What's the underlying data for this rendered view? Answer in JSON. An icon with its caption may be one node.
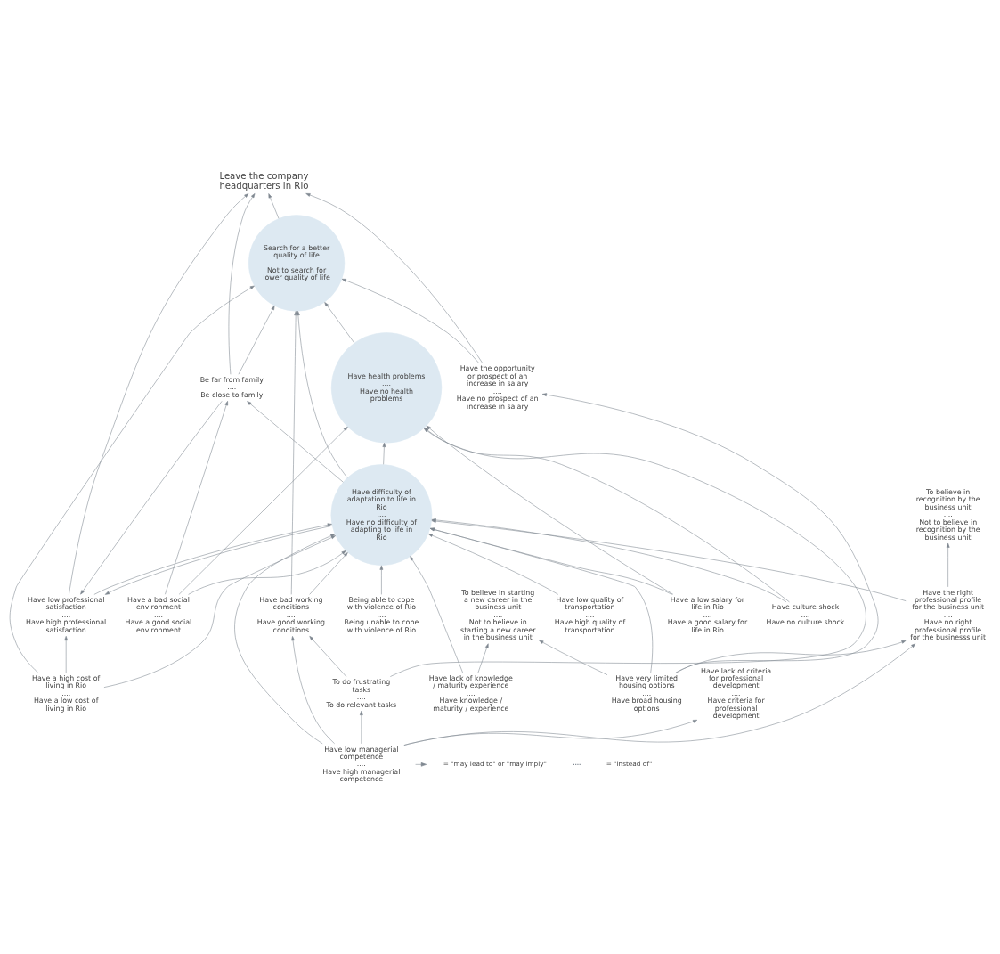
{
  "diagram": {
    "nodes": [
      {
        "text": [
          "Leave the company headquarters in Rio"
        ]
      },
      {
        "text": [
          "Have low professional satisfaction",
          "....",
          "Have high professional satisfaction"
        ]
      },
      {
        "text": [
          "Be far from family",
          "....",
          "Be close to family"
        ]
      },
      {
        "text": [
          "Search for a better quality of life",
          "....",
          "Not to search for lower quality of life"
        ]
      },
      {
        "text": [
          "Have a high cost of living in Rio",
          "....",
          "Have a low cost of living in Rio"
        ]
      },
      {
        "text": [
          "Have difficulty of adaptation to life in Rio",
          "....",
          "Have no difficulty of adapting to life in Rio"
        ]
      },
      {
        "text": [
          "Have low quality of transportation",
          "....",
          "Have high quality of transportation"
        ]
      },
      {
        "text": [
          "Have the opportunity or prospect of an increase in salary",
          "....",
          "Have no prospect of an increase in salary"
        ]
      },
      {
        "text": [
          "Have a bad social environment",
          "....",
          "Have a good social environment"
        ]
      },
      {
        "text": [
          "Being able to cope with violence of Rio",
          "....",
          "Being unable to cope with violence of Rio"
        ]
      },
      {
        "text": [
          "Have culture shock",
          "....",
          "Have no culture shock"
        ]
      },
      {
        "text": [
          "Have very limited housing options",
          "....",
          "Have broad housing options"
        ]
      },
      {
        "text": [
          "Have a low salary for life in Rio",
          "....",
          "Have a good salary for life in Rio"
        ]
      },
      {
        "text": [
          "Have the right professional profile for the business unit",
          "....",
          "Have no right professional profile for the businesss unit"
        ]
      },
      {
        "text": [
          "Have health problems",
          "....",
          "Have no health problems"
        ]
      },
      {
        "text": [
          "Have bad working conditions",
          "....",
          "Have good working conditions"
        ]
      },
      {
        "text": [
          "Have low managerial competence",
          "....",
          "Have high managerial competence"
        ]
      },
      {
        "text": [
          "To believe in recognition by the business unit",
          "....",
          "Not to believe in recognition by the business unit"
        ]
      },
      {
        "text": [
          "To do frustrating tasks",
          "....",
          "To do relevant tasks"
        ]
      },
      {
        "text": [
          "To believe in starting a new career in the business unit",
          "....",
          "Not to believe in starting a new career in the business unit"
        ]
      },
      {
        "text": [
          "Have lack of criteria for professional development",
          "....",
          "Have criteria for professional development"
        ]
      },
      {
        "text": [
          "Have lack of knowledge / maturity experience",
          "....",
          "Have knowledge / maturity / experience"
        ]
      }
    ],
    "edges": [
      {
        "from": 1,
        "to": 0,
        "arrow": "to"
      },
      {
        "from": 2,
        "to": 0,
        "arrow": "to"
      },
      {
        "from": 3,
        "to": 0,
        "arrow": "to"
      },
      {
        "from": 7,
        "to": 0,
        "arrow": "to"
      },
      {
        "from": 2,
        "to": 1,
        "arrow": "to"
      },
      {
        "from": 2,
        "to": 3,
        "arrow": "to"
      },
      {
        "from": 5,
        "to": 1,
        "arrow": "to"
      },
      {
        "from": 5,
        "to": 2,
        "arrow": "to"
      },
      {
        "from": 1,
        "to": 5,
        "arrow": "to"
      },
      {
        "from": 4,
        "to": 1,
        "arrow": "to"
      },
      {
        "from": 4,
        "to": 3,
        "arrow": "to"
      },
      {
        "from": 4,
        "to": 5,
        "arrow": "to"
      },
      {
        "from": 5,
        "to": 3,
        "arrow": "to"
      },
      {
        "from": 7,
        "to": 3,
        "arrow": "to"
      },
      {
        "from": 6,
        "to": 5,
        "arrow": "to"
      },
      {
        "from": 14,
        "to": 3,
        "arrow": "to"
      },
      {
        "from": 15,
        "to": 3,
        "arrow": "to"
      },
      {
        "from": 8,
        "to": 2,
        "arrow": "to"
      },
      {
        "from": 8,
        "to": 5,
        "arrow": "to"
      },
      {
        "from": 8,
        "to": 14,
        "arrow": "to"
      },
      {
        "from": 9,
        "to": 5,
        "arrow": "to"
      },
      {
        "from": 10,
        "to": 5,
        "arrow": "to"
      },
      {
        "from": 10,
        "to": 14,
        "arrow": "to"
      },
      {
        "from": 5,
        "to": 14,
        "arrow": "to"
      },
      {
        "from": 11,
        "to": 5,
        "arrow": "to"
      },
      {
        "from": 11,
        "to": 7,
        "arrow": "to"
      },
      {
        "from": 11,
        "to": 13,
        "arrow": "to"
      },
      {
        "from": 11,
        "to": 19,
        "arrow": "to"
      },
      {
        "from": 12,
        "to": 5,
        "arrow": "to"
      },
      {
        "from": 12,
        "to": 14,
        "arrow": "to"
      },
      {
        "from": 13,
        "to": 5,
        "arrow": "to"
      },
      {
        "from": 13,
        "to": 17,
        "arrow": "to"
      },
      {
        "from": 15,
        "to": 5,
        "arrow": "to"
      },
      {
        "from": 16,
        "to": 5,
        "arrow": "to"
      },
      {
        "from": 16,
        "to": 13,
        "arrow": "to"
      },
      {
        "from": 16,
        "to": 15,
        "arrow": "to"
      },
      {
        "from": 16,
        "to": 18,
        "arrow": "to"
      },
      {
        "from": 16,
        "to": 20,
        "arrow": "to"
      },
      {
        "from": 18,
        "to": 14,
        "arrow": "to"
      },
      {
        "from": 18,
        "to": 15,
        "arrow": "to"
      },
      {
        "from": 21,
        "to": 5,
        "arrow": "to"
      },
      {
        "from": 21,
        "to": 19,
        "arrow": "to"
      }
    ],
    "legend": [
      {
        "text": "= \"may lead to\" or \"may imply\""
      },
      {
        "text": "= \"instead of\""
      }
    ]
  }
}
